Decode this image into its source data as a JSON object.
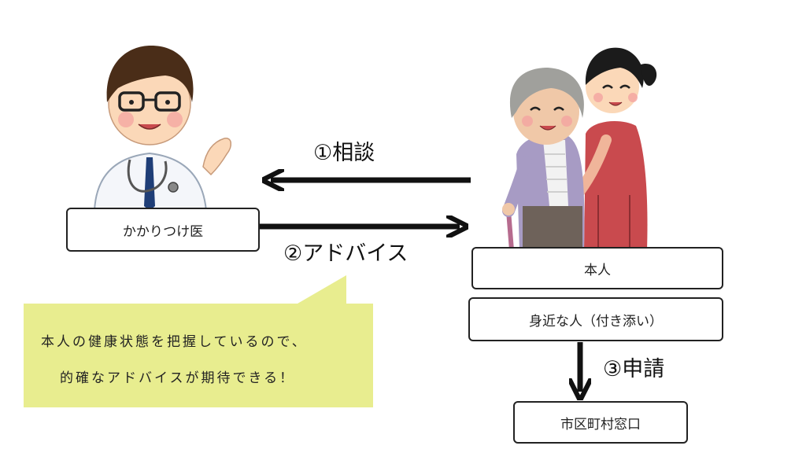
{
  "nodes": {
    "doctor": "かかりつけ医",
    "patient": "本人",
    "companion": "身近な人（付き添い）",
    "office": "市区町村窓口"
  },
  "arrows": {
    "consult": "①相談",
    "advice": "②アドバイス",
    "apply": "③申請"
  },
  "callout": {
    "line1": "本人の健康状態を把握しているので、",
    "line2": "的確なアドバイスが期待できる！"
  },
  "colors": {
    "callout_bg": "#e8ed8f",
    "arrow": "#111111",
    "scrub_red": "#c94a4e",
    "cardigan_purple": "#a79bc4"
  }
}
